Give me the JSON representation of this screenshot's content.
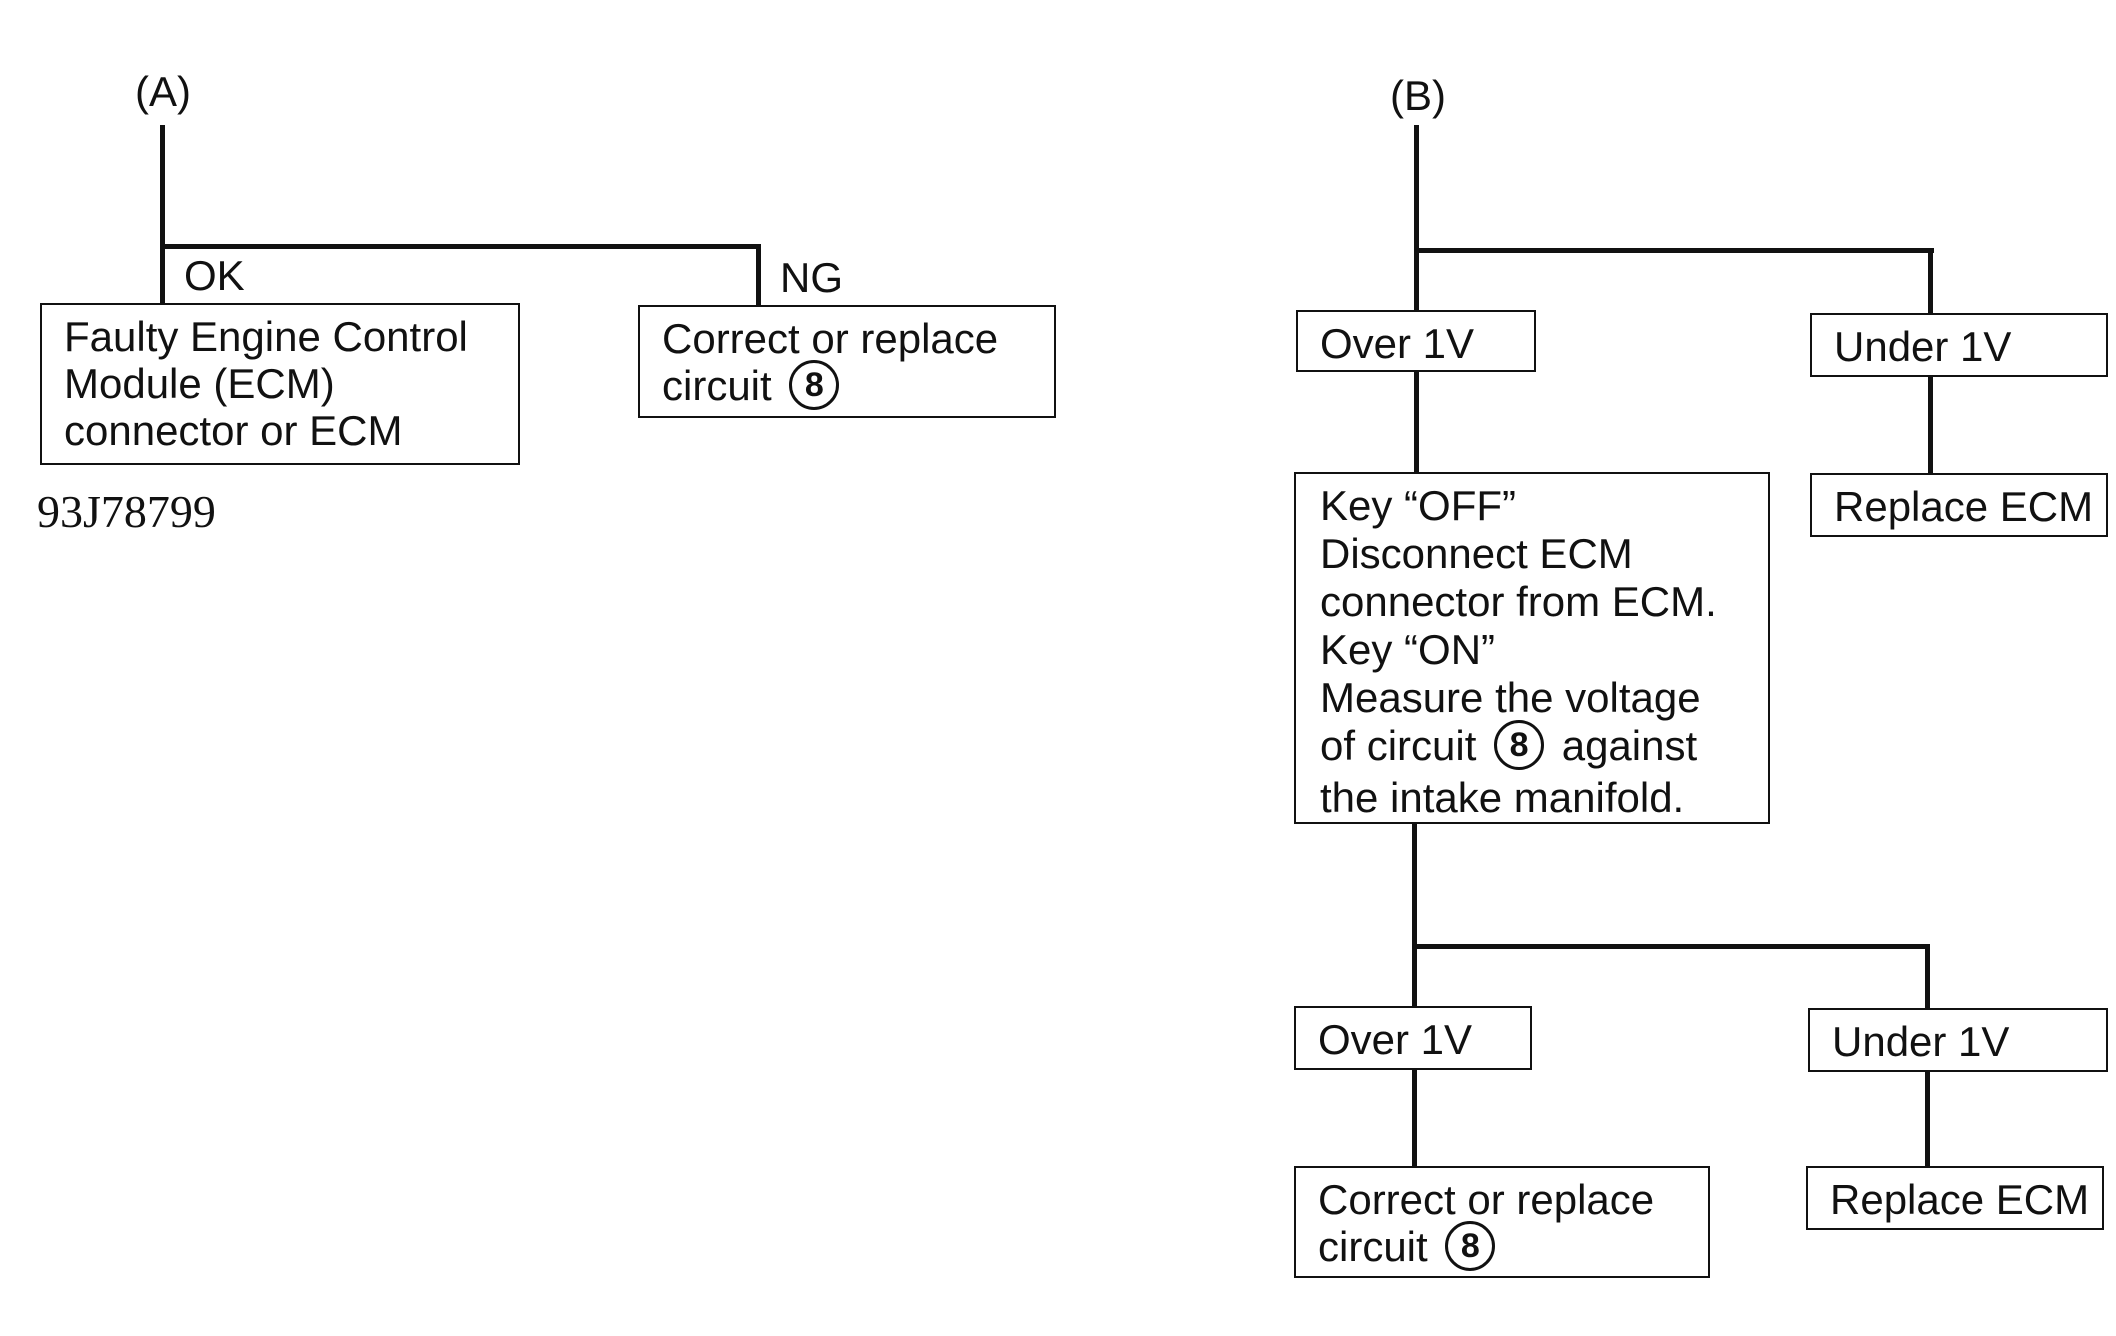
{
  "diagram_a": {
    "marker": "(A)",
    "ok_label": "OK",
    "ng_label": "NG",
    "ok_box": {
      "line1": "Faulty Engine Control",
      "line2": "Module (ECM)",
      "line3": "connector or ECM"
    },
    "ng_box": {
      "line1": "Correct or replace",
      "line2": "circuit",
      "circuit_number": "8"
    },
    "reference_code": "93J78799"
  },
  "diagram_b": {
    "marker": "(B)",
    "over_box_1": "Over 1V",
    "under_box_1": "Under 1V",
    "replace_box_1": "Replace ECM",
    "instruction_box": {
      "line1": "Key “OFF”",
      "line2": "Disconnect ECM",
      "line3": "connector from ECM.",
      "line4": "Key “ON”",
      "line5": "Measure the voltage",
      "line6_before": "of circuit",
      "circuit_number": "8",
      "line6_after": "against",
      "line7": "the intake manifold."
    },
    "over_box_2": "Over 1V",
    "under_box_2": "Under 1V",
    "correct_box": {
      "line1": "Correct or replace",
      "line2": "circuit",
      "circuit_number": "8"
    },
    "replace_box_2": "Replace ECM"
  }
}
